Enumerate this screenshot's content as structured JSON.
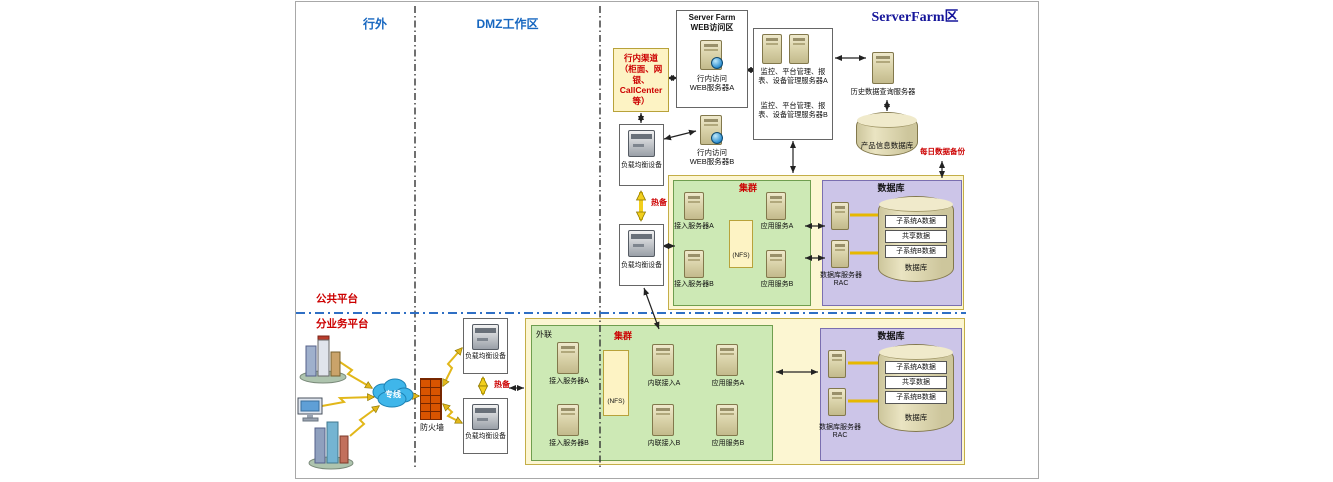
{
  "zones": {
    "outside": "行外",
    "dmz": "DMZ工作区",
    "serverfarm": "ServerFarm区"
  },
  "platforms": {
    "public": "公共平台",
    "business": "分业务平台"
  },
  "channel_box": {
    "text": "行内渠道\n（柜面、网银、\nCallCenter等）"
  },
  "web_zone": {
    "title": "Server Farm\nWEB访问区",
    "server_a": "行内访问\nWEB服务器A",
    "server_b": "行内访问\nWEB服务器B"
  },
  "mgmt": {
    "server_a": "监控、平台管理、报\n表、设备管理服务器A",
    "server_b": "监控、平台管理、报\n表、设备管理服务器B"
  },
  "history_server": {
    "label": "历史数据查询服务器"
  },
  "product_db": {
    "label": "产品信息数据库"
  },
  "daily_backup": {
    "label": "每日数据备份"
  },
  "load_balancer": {
    "label": "负载均衡设备"
  },
  "hot_standby": {
    "label": "热备"
  },
  "cluster": {
    "label": "集群",
    "access_a": "接入服务器A",
    "access_b": "接入服务器B",
    "nfs": "(NFS)",
    "app_a": "应用服务A",
    "app_b": "应用服务B",
    "external": "外联",
    "inner_a": "内联接入A",
    "inner_b": "内联接入B"
  },
  "database": {
    "zone_label": "数据库",
    "rac_label": "数据库服务器\nRAC",
    "cylinder_label": "数据库",
    "rows": [
      "子系统A数据",
      "共享数据",
      "子系统B数据"
    ]
  },
  "edge": {
    "wan": "专线",
    "firewall": "防火墙"
  }
}
